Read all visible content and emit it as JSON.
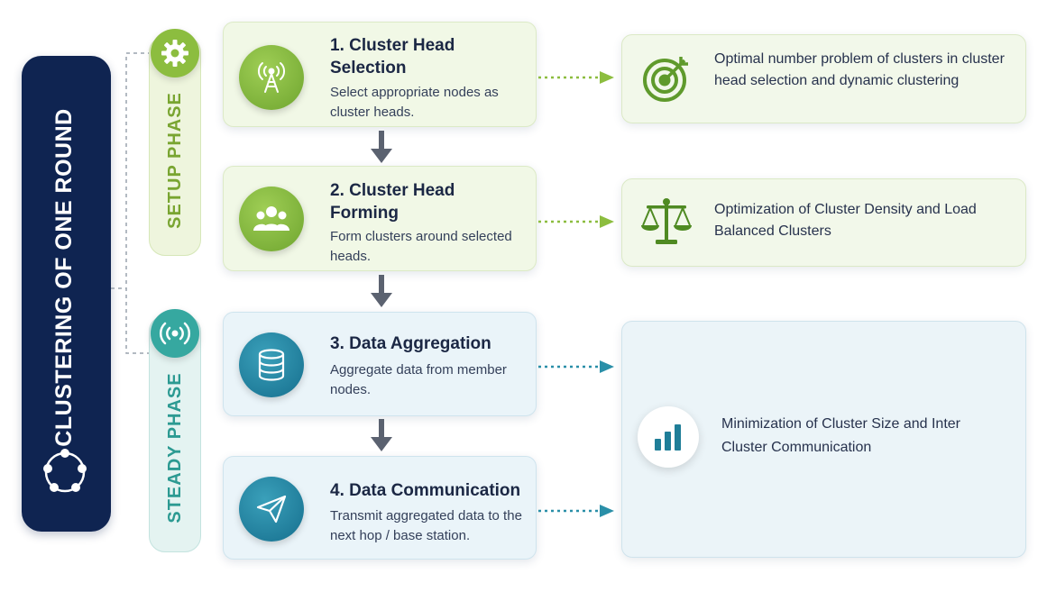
{
  "title": "CLUSTERING OF ONE ROUND",
  "phases": {
    "setup": {
      "label": "SETUP PHASE",
      "icon": "gear-icon"
    },
    "steady": {
      "label": "STEADY PHASE",
      "icon": "broadcast-icon"
    }
  },
  "steps": [
    {
      "title": "1. Cluster Head Selection",
      "description": "Select appropriate nodes as cluster heads.",
      "icon": "antenna-tower-icon"
    },
    {
      "title": "2. Cluster Head Forming",
      "description": "Form clusters around selected heads.",
      "icon": "group-icon"
    },
    {
      "title": "3. Data Aggregation",
      "description": "Aggregate data from member nodes.",
      "icon": "database-icon"
    },
    {
      "title": "4. Data Communication",
      "description": "Transmit aggregated data to the next hop / base station.",
      "icon": "paper-plane-icon"
    }
  ],
  "outcomes": [
    {
      "text": "Optimal number problem of clusters in cluster head selection and dynamic clustering",
      "icon": "target-icon"
    },
    {
      "text": "Optimization of Cluster Density and Load Balanced Clusters",
      "icon": "balance-scale-icon"
    },
    {
      "text": "Minimization of Cluster Size and Inter Cluster Communication",
      "icon": "bar-chart-icon"
    }
  ],
  "colors": {
    "navy": "#0f2451",
    "setup_green": "#8cbd3f",
    "steady_teal": "#36a8a0",
    "step_blue": "#166f8e",
    "arrow_gray": "#5b6270"
  }
}
